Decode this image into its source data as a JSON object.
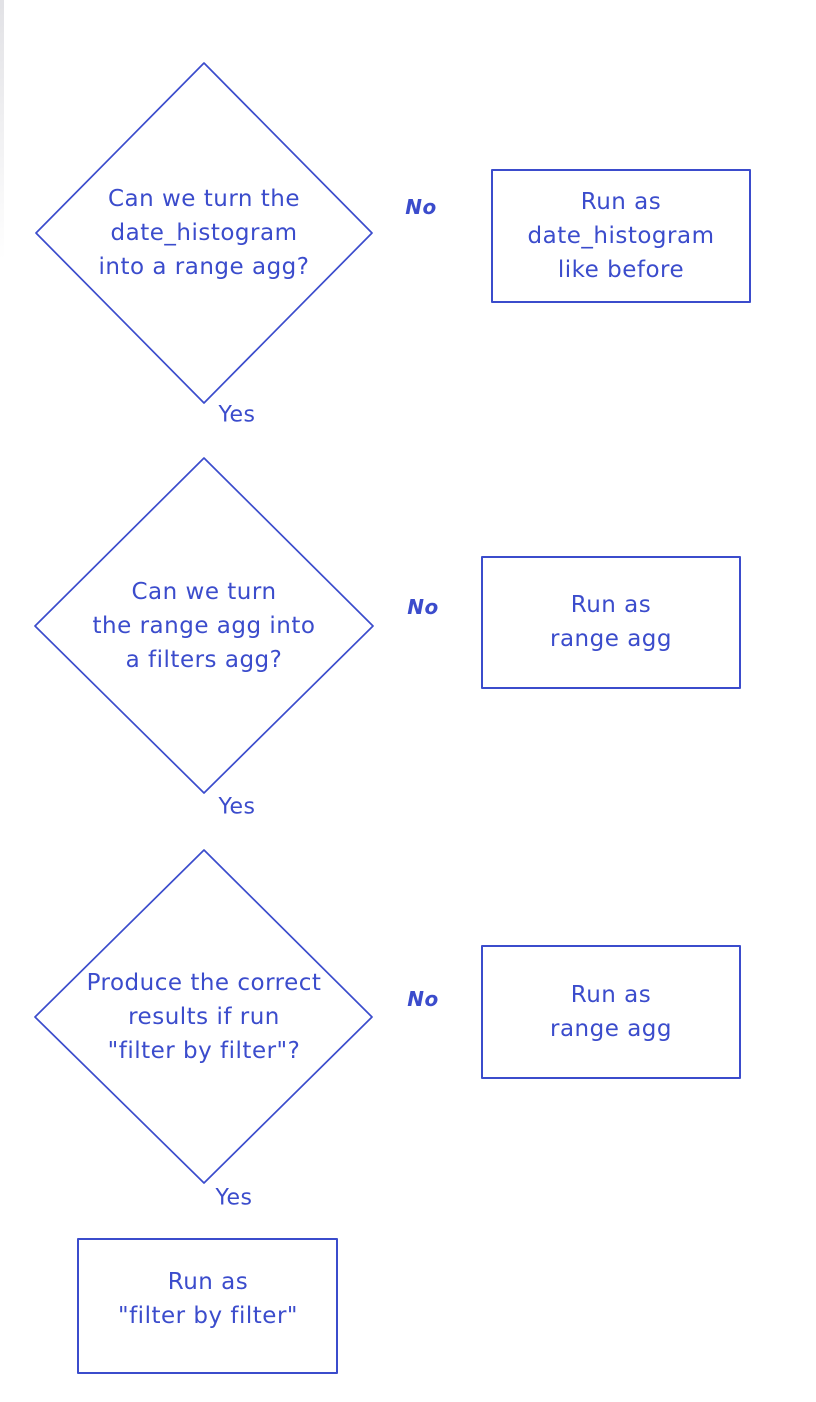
{
  "canvas": {
    "background": "#ffffff",
    "stroke_color": "#3b4ccc"
  },
  "flowchart": {
    "decisions": [
      {
        "lines": [
          "Can we turn the",
          "date_histogram",
          "into a range agg?"
        ]
      },
      {
        "lines": [
          "Can we turn",
          "the range agg into",
          "a filters agg?"
        ]
      },
      {
        "lines": [
          "Produce the correct",
          "results if run",
          "\"filter by filter\"?"
        ]
      }
    ],
    "results": [
      {
        "lines": [
          "Run as",
          "date_histogram",
          "like before"
        ]
      },
      {
        "lines": [
          "Run as",
          "range agg"
        ]
      },
      {
        "lines": [
          "Run as",
          "range agg"
        ]
      },
      {
        "lines": [
          "Run as",
          "\"filter by filter\""
        ]
      }
    ],
    "labels": {
      "no1": "No",
      "no2": "No",
      "no3": "No",
      "yes1": "Yes",
      "yes2": "Yes",
      "yes3": "Yes"
    }
  }
}
